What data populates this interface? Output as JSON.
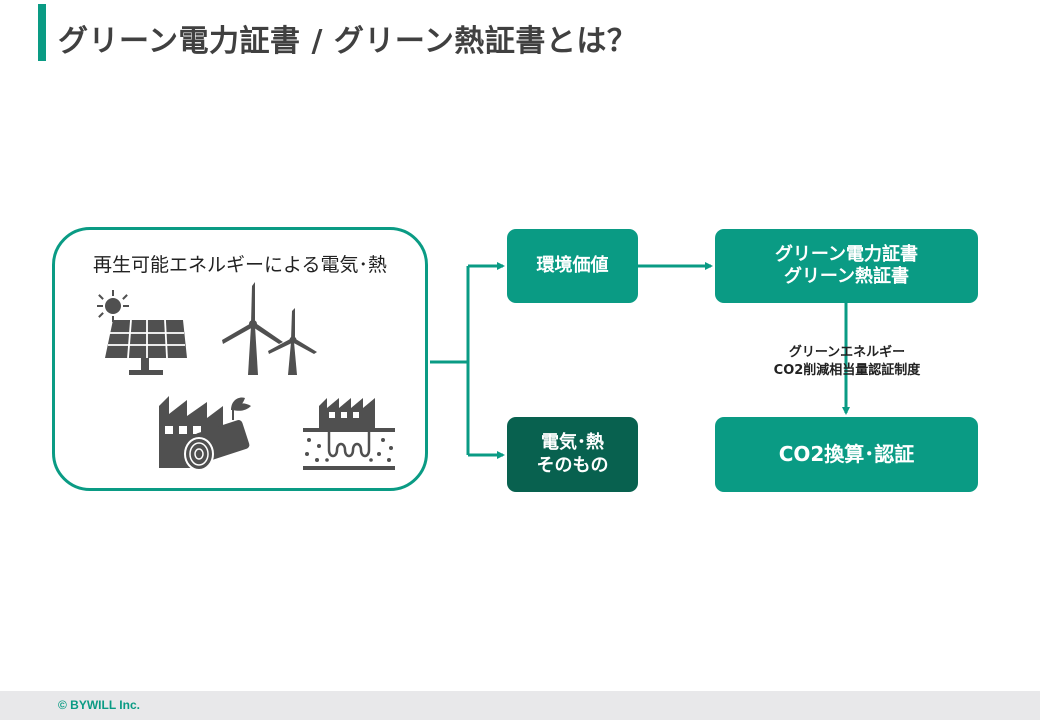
{
  "header": {
    "title": "グリーン電力証書 / グリーン熱証書とは？"
  },
  "source": {
    "label": "再生可能エネルギーによる電気･熱",
    "icons": [
      "solar-panel-icon",
      "wind-turbine-icon",
      "biomass-factory-icon",
      "geothermal-factory-icon"
    ]
  },
  "nodes": {
    "environmental_value": "環境価値",
    "electricity_heat_line1": "電気･熱",
    "electricity_heat_line2": "そのもの",
    "certificate_line1": "グリーン電力証書",
    "certificate_line2": "グリーン熱証書",
    "co2_conversion": "CO2換算･認証"
  },
  "connector_label": {
    "line1": "グリーンエネルギー",
    "line2": "CO2削減相当量認証制度"
  },
  "footer": {
    "copyright": "© BYWILL Inc."
  },
  "colors": {
    "accent": "#0a9b84",
    "dark": "#08614f",
    "icon": "#505050",
    "footer_bg": "#e8e8ea"
  }
}
